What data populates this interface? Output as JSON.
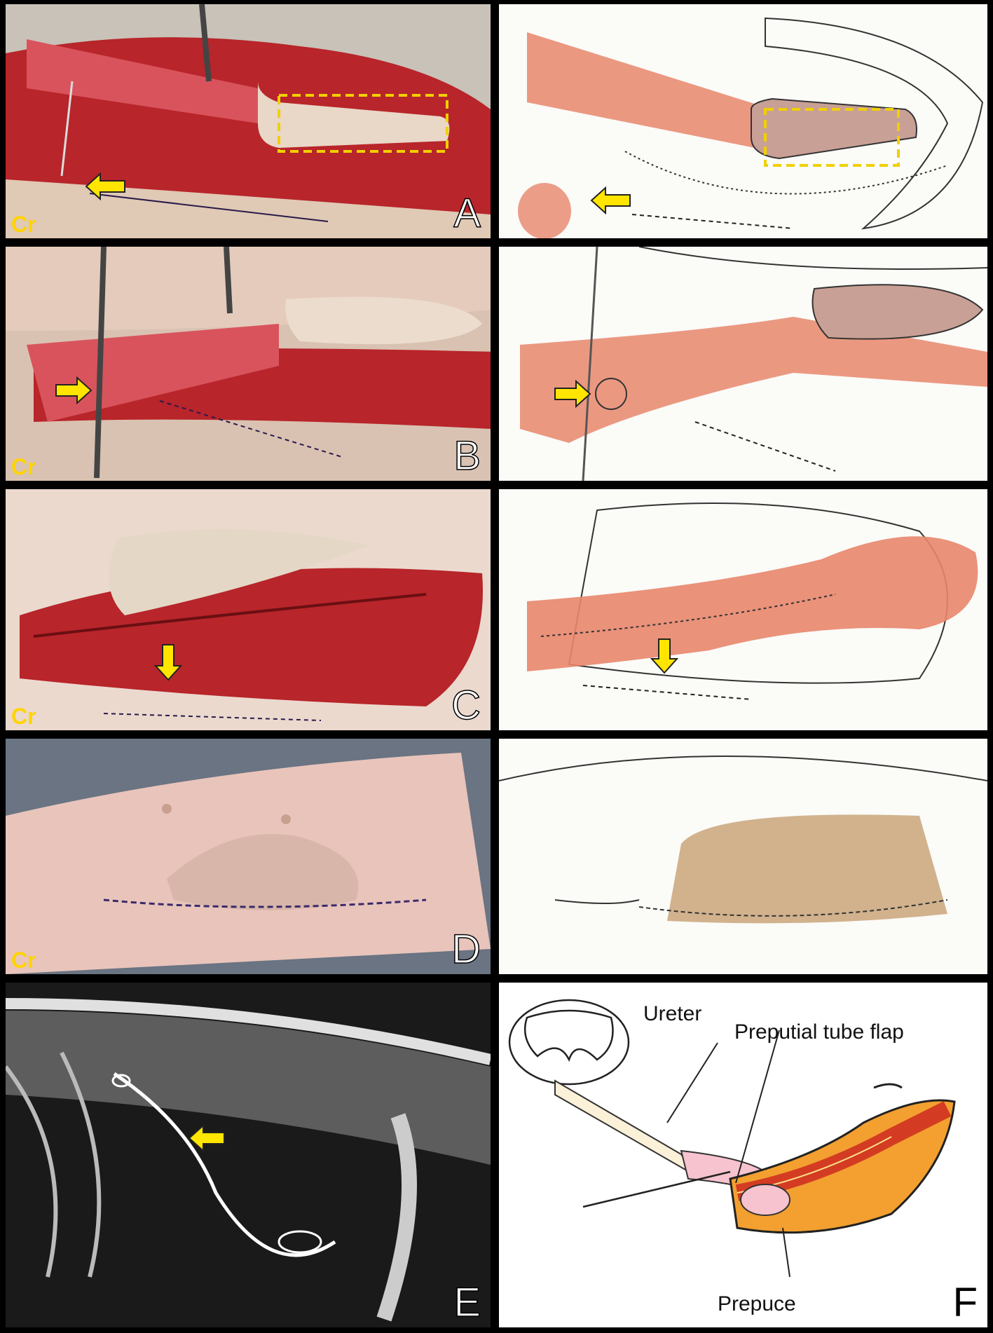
{
  "panels": [
    {
      "letter": "A",
      "orientation": "Cr"
    },
    {
      "letter": "B",
      "orientation": "Cr"
    },
    {
      "letter": "C",
      "orientation": "Cr"
    },
    {
      "letter": "D",
      "orientation": "Cr"
    },
    {
      "letter": "E"
    },
    {
      "letter": "F"
    }
  ],
  "diagram": {
    "ureter_label": "Ureter",
    "flap_label": "Preputial tube flap",
    "prepuce_label": "Prepuce"
  },
  "colors": {
    "arrow": "#ffe500",
    "tissue_red": "#c0342f",
    "flap_overlay": "#e8866c",
    "prepuce_overlay": "#c9a57a",
    "dashed_outline": "#f0d000"
  }
}
